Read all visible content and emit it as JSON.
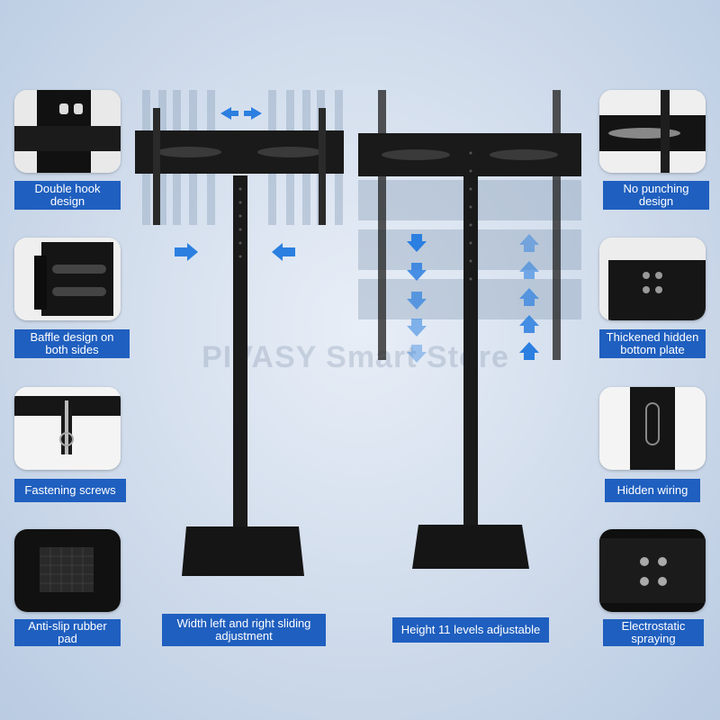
{
  "watermark": "PIVASY Smart Store",
  "features_left": [
    {
      "label": "Double hook\ndesign",
      "icon": "double-hook-photo"
    },
    {
      "label": "Baffle design on\nboth sides",
      "icon": "baffle-photo"
    },
    {
      "label": "Fastening screws",
      "icon": "screw-photo"
    },
    {
      "label": "Anti-slip rubber\npad",
      "icon": "rubber-pad-photo"
    }
  ],
  "features_right": [
    {
      "label": "No punching\ndesign",
      "icon": "bracket-photo"
    },
    {
      "label": "Thickened hidden\nbottom plate",
      "icon": "bottom-plate-photo"
    },
    {
      "label": "Hidden wiring",
      "icon": "wiring-slot-photo"
    },
    {
      "label": "Electrostatic\nspraying",
      "icon": "base-plate-photo"
    }
  ],
  "captions": {
    "width": "Width left and right sliding\nadjustment",
    "height": "Height 11 levels adjustable"
  },
  "colors": {
    "accent": "#1f5fbf",
    "arrow": "#2b7fe0",
    "metal": "#1a1a1a"
  }
}
